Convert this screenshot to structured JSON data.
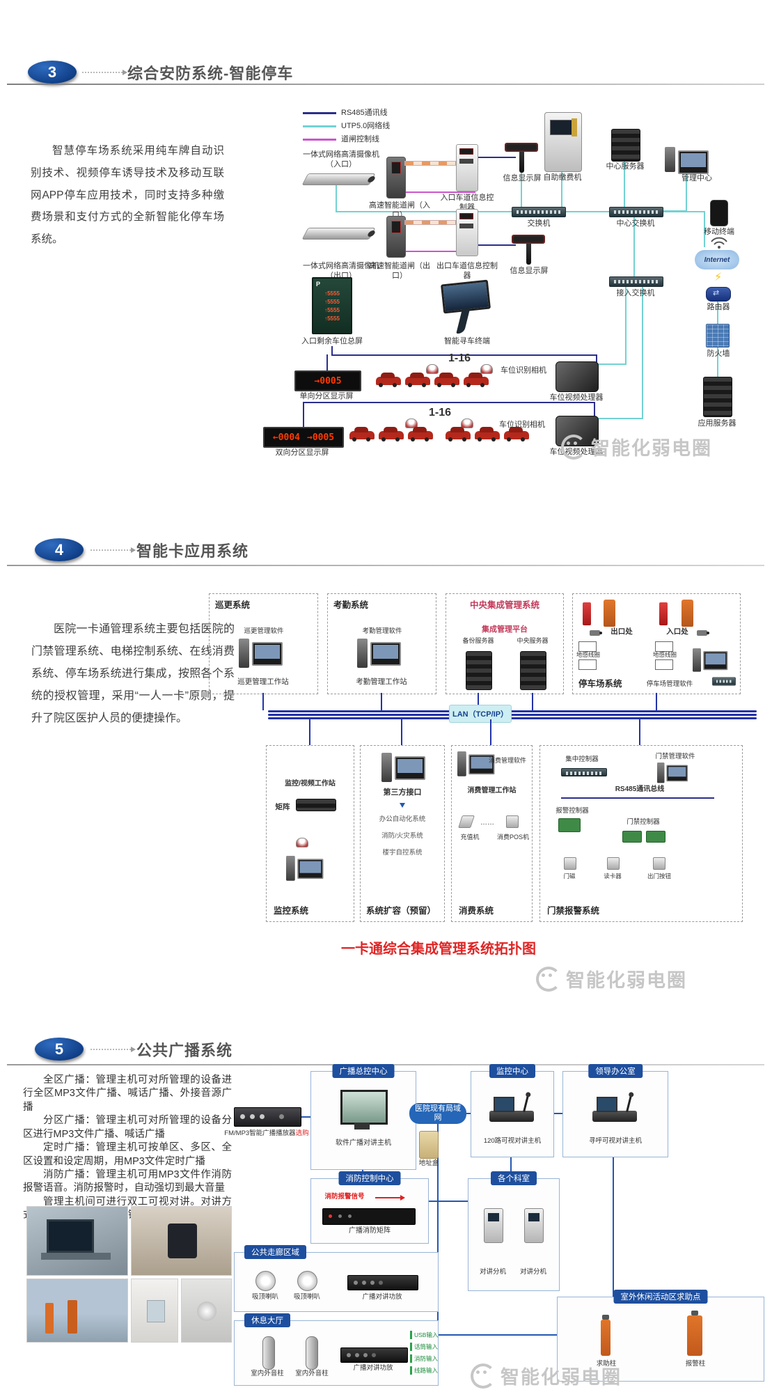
{
  "watermark": {
    "text": "智能化弱电圈"
  },
  "colors": {
    "badge_blue": "#16418f",
    "caption_red": "#e02525",
    "central_red": "#c23a5a",
    "signal_red": "#e02020",
    "green_tag": "#1f8f3f",
    "line_rs485": "#2b2e8c",
    "line_utp": "#72d2d2",
    "line_gate": "#cc55cc"
  },
  "s3": {
    "badge": "3",
    "title": "综合安防系统-智能停车",
    "paragraph": "智慧停车场系统采用纯车牌自动识别技术、视频停车诱导技术及移动互联网APP停车应用技术，同时支持多种缴费场景和支付方式的全新智能化停车场系统。",
    "legend": [
      {
        "label": "RS485通讯线",
        "color": "#2b2e8c"
      },
      {
        "label": "UTP5.0网络线",
        "color": "#72d2d2"
      },
      {
        "label": "道闸控制线",
        "color": "#cc55cc"
      }
    ],
    "labels": {
      "camera_in": "一体式网络高清摄像机（入口）",
      "barrier_in": "高速智能道闸（入口）",
      "lane_in": "入口车道信息控制器",
      "info1": "信息显示屏",
      "kiosk": "自助缴费机",
      "server": "中心服务器",
      "mgmt": "管理中心",
      "switch1": "交换机",
      "cswitch": "中心交换机",
      "mobile": "移动终端",
      "internet": "Internet",
      "router": "路由器",
      "firewall": "防火墙",
      "appserver": "应用服务器",
      "aswitch": "接入交换机",
      "camera_out": "一体式网络高清摄像机（出口）",
      "barrier_out": "高速智能道闸（出口）",
      "lane_out": "出口车道信息控制器",
      "info2": "信息显示屏",
      "remain": "入口剩余车位总屏",
      "findcar": "智能寻车终端",
      "range1": "1-16",
      "range2": "1-16",
      "cam1": "车位识别相机",
      "cam2": "车位识别相机",
      "vproc1": "车位视频处理器",
      "vproc2": "车位视频处理器",
      "oneway": "单向分区显示屏",
      "oneway_val": "→0005",
      "twoway": "双向分区显示屏",
      "twoway_l": "←0004",
      "twoway_r": "→0005"
    },
    "green_screen": {
      "p": "P",
      "rows": [
        "↑5555",
        "↑5555",
        "↑5555",
        "↑5555"
      ]
    }
  },
  "s4": {
    "badge": "4",
    "title": "智能卡应用系统",
    "paragraph": "医院一卡通管理系统主要包括医院的门禁管理系统、电梯控制系统、在线消费系统、停车场系统进行集成，按照各个系统的授权管理，采用“一人一卡”原则，提升了院区医护人员的便捷操作。",
    "lan": "LAN（TCP/IP）",
    "caption": "一卡通综合集成管理系统拓扑图",
    "boxes": {
      "patrol": {
        "title": "巡更系统",
        "software": "巡更管理软件",
        "station": "巡更管理工作站"
      },
      "attend": {
        "title": "考勤系统",
        "software": "考勤管理软件",
        "station": "考勤管理工作站"
      },
      "central": {
        "title": "中央集成管理系统",
        "platform": "集成管理平台",
        "backup": "备份服务器",
        "main": "中央服务器"
      },
      "parking": {
        "title": "停车场系统",
        "exit": "出口处",
        "entry": "入口处",
        "loop1": "地感线圈",
        "loop2": "地感线圈",
        "software": "停车场管理软件"
      },
      "monitor": {
        "title": "监控系统",
        "station": "监控/视频工作站",
        "matrix": "矩阵"
      },
      "expand": {
        "title": "系统扩容（预留）",
        "iface": "第三方接口",
        "items": [
          "办公自动化系统",
          "消防/火灾系统",
          "楼宇自控系统"
        ]
      },
      "consume": {
        "title": "消费系统",
        "software": "消费管理软件",
        "station": "消费管理工作站",
        "charger": "充值机",
        "pos": "消费POS机",
        "dots": "……"
      },
      "access": {
        "title": "门禁报警系统",
        "software": "门禁管理软件",
        "controller": "集中控制器",
        "bus": "RS485通讯总线",
        "alarm": "报警控制器",
        "door": "门禁控制器",
        "sensor1": "门磁",
        "sensor2": "读卡器",
        "sensor3": "出门按钮"
      }
    }
  },
  "s5": {
    "badge": "5",
    "title": "公共广播系统",
    "paragraphs": [
      "全区广播：管理主机可对所管理的设备进行全区MP3文件广播、喊话广播、外接音源广播",
      "分区广播：管理主机可对所管理的设备分区进行MP3文件广播、喊话广播",
      "定时广播：管理主机可按单区、多区、全区设置和设定周期，用MP3文件定时广播",
      "消防广播：管理主机可用MP3文件作消防报警语音。消防报警时，自动强切到最大音量",
      "管理主机间可进行双工可视对讲。对讲方式有免提、手柄、TALK键"
    ],
    "hub": "医院现有局域网",
    "boxes": {
      "master": {
        "title": "广播总控中心",
        "host": "软件广播对讲主机",
        "fm": "FM/MP3智能广播播放器",
        "fm_opt": "选购",
        "addr": "地址盒"
      },
      "monitor": {
        "title": "监控中心",
        "device": "120路可视对讲主机"
      },
      "leader": {
        "title": "领导办公室",
        "device": "寻呼可视对讲主机"
      },
      "fire": {
        "title": "消防控制中心",
        "signal": "消防报警信号",
        "matrix": "广播消防矩阵"
      },
      "dept": {
        "title": "各个科室",
        "ext1": "对讲分机",
        "ext2": "对讲分机"
      },
      "corridor": {
        "title": "公共走廊区域",
        "spk1": "吸顶喇叭",
        "spk2": "吸顶喇叭",
        "amp": "广播对讲功放"
      },
      "hall": {
        "title": "休息大厅",
        "spk1": "室内外音柱",
        "spk2": "室内外音柱",
        "amp": "广播对讲功放",
        "inputs": [
          "USB输入",
          "话筒输入",
          "消防输入",
          "线路输入"
        ]
      },
      "outdoor": {
        "title": "室外休闲活动区求助点",
        "pole1": "求助柱",
        "pole2": "报警柱"
      }
    }
  }
}
